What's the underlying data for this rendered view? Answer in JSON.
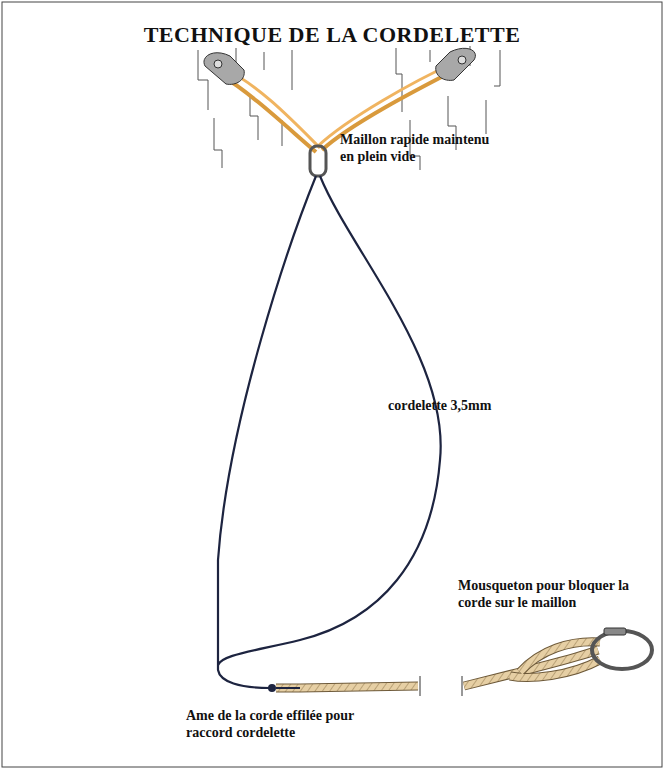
{
  "diagram": {
    "title": "TECHNIQUE DE LA CORDELETTE",
    "labels": [
      "Maillon rapide maintenu en plein vide",
      "cordelette 3,5mm",
      "Mousqueton pour bloquer la corde sur le maillon",
      "Ame de la corde effilée pour raccord cordelette"
    ]
  }
}
